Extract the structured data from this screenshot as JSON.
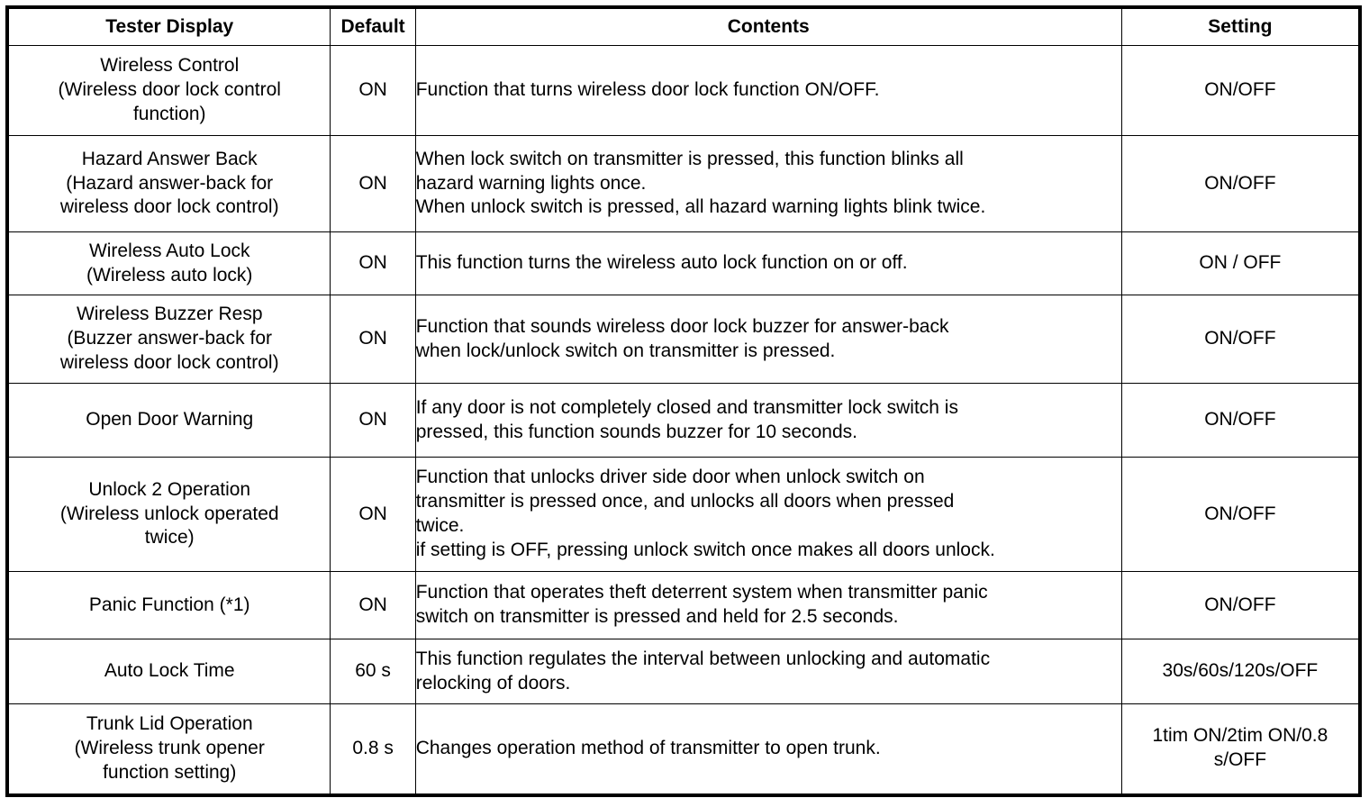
{
  "table": {
    "columns": [
      {
        "key": "tester_display",
        "label": "Tester Display"
      },
      {
        "key": "default",
        "label": "Default"
      },
      {
        "key": "contents",
        "label": "Contents"
      },
      {
        "key": "setting",
        "label": "Setting"
      }
    ],
    "rows": [
      {
        "display": [
          "Wireless Control",
          "(Wireless door lock control",
          "function)"
        ],
        "default": "ON",
        "contents": [
          "Function that turns wireless door lock function ON/OFF."
        ],
        "setting": [
          "ON/OFF"
        ]
      },
      {
        "display": [
          "Hazard Answer Back",
          "(Hazard answer-back for",
          "wireless door lock control)"
        ],
        "default": "ON",
        "contents": [
          "When lock switch on transmitter is pressed, this function blinks all",
          "hazard warning lights once.",
          "When unlock switch is pressed, all hazard warning lights blink twice."
        ],
        "setting": [
          "ON/OFF"
        ]
      },
      {
        "display": [
          "Wireless Auto Lock",
          "(Wireless auto lock)"
        ],
        "default": "ON",
        "contents": [
          "This function turns the wireless auto lock function on or off."
        ],
        "setting": [
          "ON / OFF"
        ]
      },
      {
        "display": [
          "Wireless Buzzer Resp",
          "(Buzzer answer-back for",
          "wireless door lock control)"
        ],
        "default": "ON",
        "contents": [
          "Function that sounds wireless door lock buzzer for answer-back",
          "when lock/unlock switch on transmitter is pressed."
        ],
        "setting": [
          "ON/OFF"
        ]
      },
      {
        "display": [
          "Open Door Warning"
        ],
        "default": "ON",
        "contents": [
          "If any door is not completely closed and transmitter lock switch is",
          "pressed, this function sounds buzzer for 10 seconds."
        ],
        "setting": [
          "ON/OFF"
        ]
      },
      {
        "display": [
          "Unlock 2 Operation",
          "(Wireless unlock operated",
          "twice)"
        ],
        "default": "ON",
        "contents": [
          "Function that unlocks driver side door when unlock switch on",
          "transmitter is pressed once, and unlocks all doors when pressed",
          "twice.",
          "if setting is OFF, pressing unlock switch once makes all doors unlock."
        ],
        "setting": [
          "ON/OFF"
        ]
      },
      {
        "display": [
          "Panic Function (*1)"
        ],
        "default": "ON",
        "contents": [
          "Function that operates theft deterrent system when transmitter panic",
          "switch on transmitter is pressed and held for 2.5 seconds."
        ],
        "setting": [
          "ON/OFF"
        ]
      },
      {
        "display": [
          "Auto Lock Time"
        ],
        "default": "60 s",
        "contents": [
          "This function regulates the interval between unlocking and automatic",
          "relocking of doors."
        ],
        "setting": [
          "30s/60s/120s/OFF"
        ]
      },
      {
        "display": [
          "Trunk Lid Operation",
          "(Wireless trunk opener",
          "function setting)"
        ],
        "default": "0.8 s",
        "contents": [
          "Changes operation method of transmitter to open trunk."
        ],
        "setting": [
          "1tim ON/2tim ON/0.8",
          "s/OFF"
        ]
      }
    ]
  },
  "colors": {
    "border": "#000000",
    "text": "#000000",
    "background": "#ffffff"
  }
}
